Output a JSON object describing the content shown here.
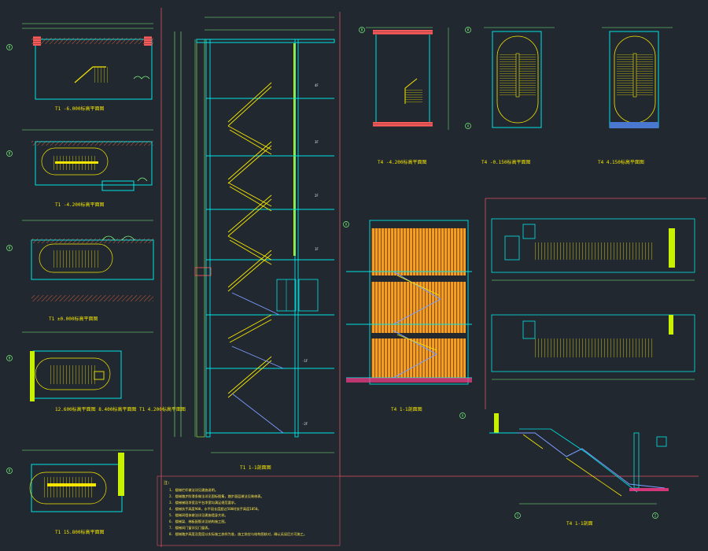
{
  "drawing": {
    "plan_titles": [
      "T1 -6.000标高平面图",
      "T1 -4.200标高平面图",
      "T1 ±0.000标高平面图",
      "12.600标高平面图 8.400标高平面图 T1 4.200标高平面图",
      "T1 15.800标高平面图"
    ],
    "section_left_title": "T1 1-1剖面图",
    "t4_titles": [
      "T4 -4.200标高平面图",
      "T4 -0.150标高平面图",
      "T4 4.150标高平面图"
    ],
    "section_mid_title": "T4 1-1剖面图",
    "section_right_title": "T4 1-1剖面",
    "labels": {
      "grid_a": "A",
      "grid_b": "B",
      "grid_1": "1",
      "grid_2": "2",
      "room_tag": "T1",
      "floor_tag_1f": "1F",
      "floor_tag_2f": "2F",
      "floor_tag_3f": "3F",
      "floor_tag_4f": "4F",
      "floor_tag_neg1f": "-1F",
      "floor_tag_neg2f": "-2F"
    },
    "notes": {
      "heading": "注:",
      "lines": [
        "1. 楼梯栏杆做法详见建施说明。",
        "2. 楼梯踏步防滑条做法详见国标图集，踏步面层做法见装修表。",
        "3. 楼梯梯段净宽及平台净宽均满足规范要求。",
        "4. 楼梯扶手高度900，水平段长度超过500时扶手高度1050。",
        "5. 楼梯间墙体做法详见建施墙身大样。",
        "6. 楼梯梁、梯板配筋详见结构施工图。",
        "7. 楼梯间门窗详见门窗表。",
        "8. 楼梯踏步高度及宽度以实际施工放样为准，施工前应与结构图核对，确认无误后方可施工。"
      ]
    },
    "colors": {
      "background": "#212830",
      "wall": "#00e5e5",
      "dim": "#7cf87c",
      "stair": "#f5e600",
      "brick": "#ff5a5a",
      "divider": "#e05060"
    }
  }
}
